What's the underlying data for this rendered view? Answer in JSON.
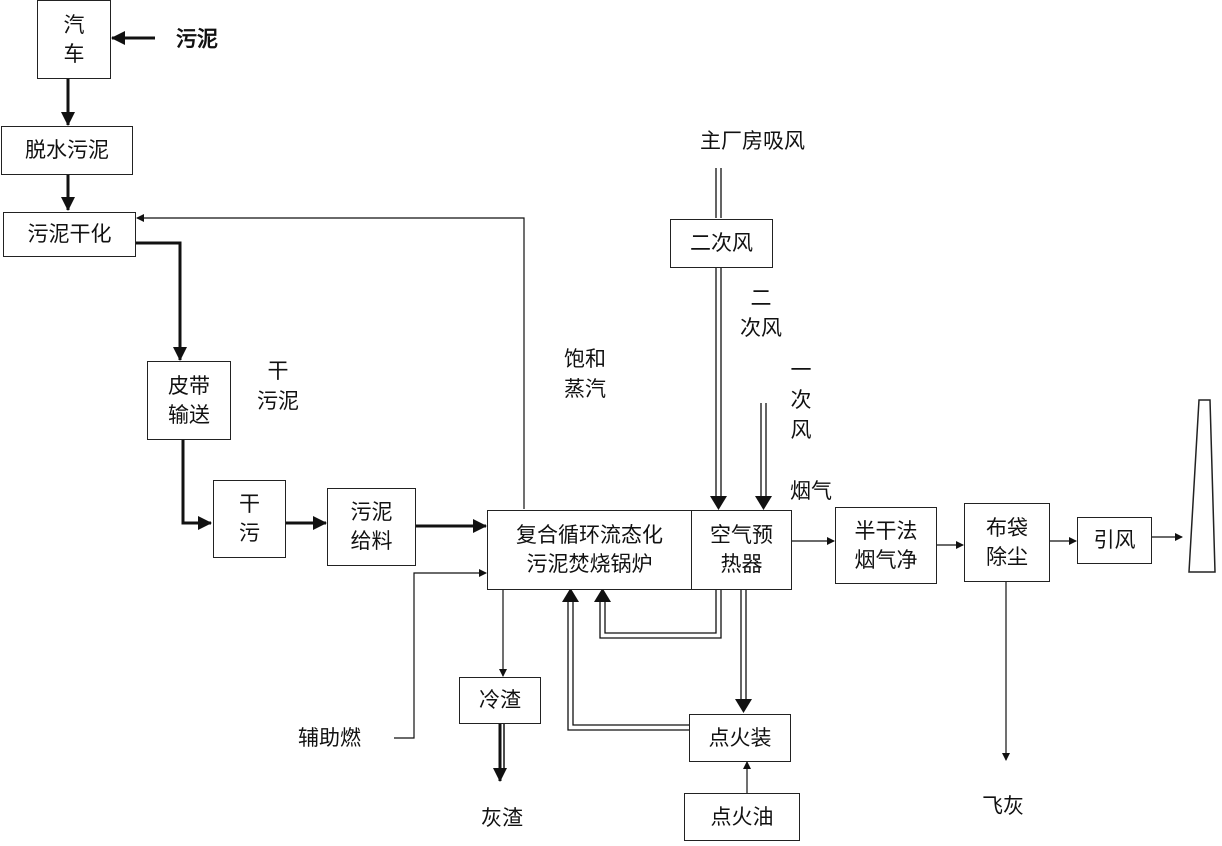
{
  "boxes": {
    "truck": "汽\n车",
    "dewatered_sludge": "脱水污泥",
    "sludge_drying": "污泥干化",
    "belt_conveyor": "皮带\n输送",
    "dry_sludge": "干\n污",
    "sludge_feeding": "污泥\n给料",
    "boiler": "复合循环流态化\n污泥焚烧锅炉",
    "air_preheater": "空气预\n热器",
    "secondary_air_box": "二次风",
    "semi_dry_cleaning": "半干法\n烟气净",
    "bag_dust": "布袋\n除尘",
    "induced_draft": "引风",
    "slag_cooling": "冷渣",
    "ignition_device": "点火装",
    "ignition_oil": "点火油"
  },
  "labels": {
    "sludge_in": "污泥",
    "dry_sludge_label": "干\n污泥",
    "saturated_steam": "饱和\n蒸汽",
    "main_plant_air": "主厂房吸风",
    "secondary_air": "二\n次风",
    "primary_air": "一\n次\n风",
    "flue_gas": "烟气",
    "auxiliary_fuel": "辅助燃",
    "ash_slag": "灰渣",
    "fly_ash": "飞灰"
  }
}
